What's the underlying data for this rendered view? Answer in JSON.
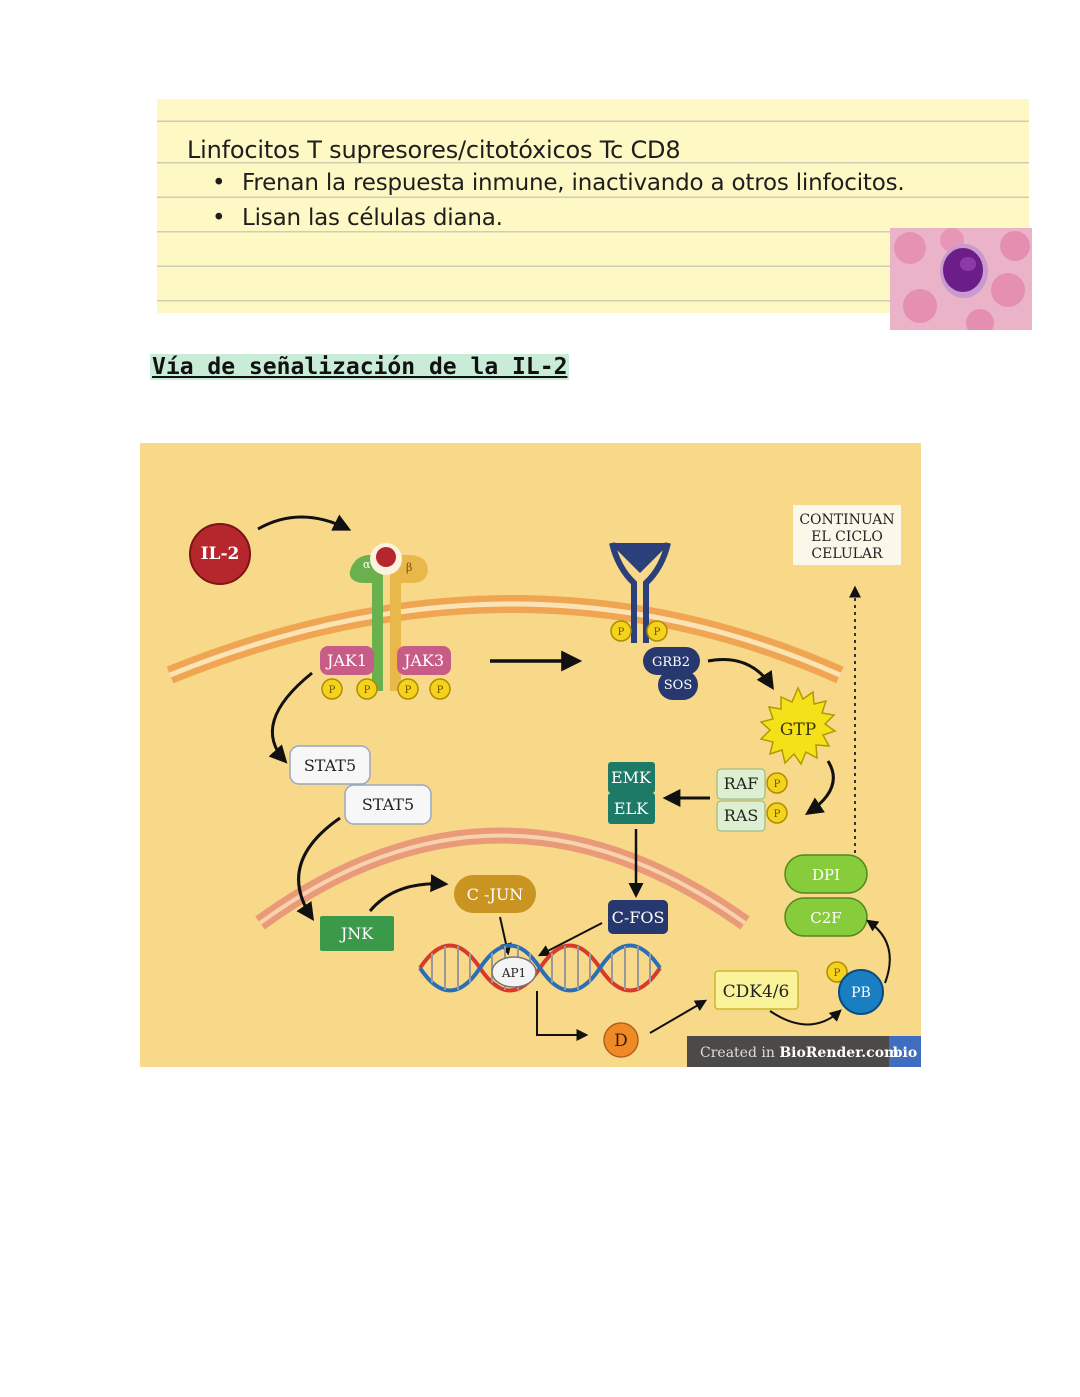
{
  "note": {
    "title": "Linfocitos T supresores/citotóxicos Tc CD8",
    "bullets": [
      "Frenan la respuesta inmune, inactivando a otros linfocitos.",
      "Lisan las células diana."
    ],
    "bullet_symbol": "•"
  },
  "section_heading": "Vía de señalización de la IL-2",
  "diagram": {
    "il2": "IL-2",
    "alpha": "α",
    "beta": "β",
    "jak1": "JAK1",
    "jak3": "JAK3",
    "p": "P",
    "stat5_a": "STAT5",
    "stat5_b": "STAT5",
    "grb2": "GRB2",
    "sos": "SOS",
    "gtp": "GTP",
    "raf": "RAF",
    "ras": "RAS",
    "emk": "EMK",
    "elk": "ELK",
    "continuan_1": "CONTINUAN",
    "continuan_2": "EL CICLO",
    "continuan_3": "CELULAR",
    "dpi": "DPI",
    "c2f": "C2F",
    "jnk": "JNK",
    "cjun": "C -JUN",
    "cfos": "C-FOS",
    "ap1": "AP1",
    "cdk": "CDK4/6",
    "pb": "PB",
    "d": "D",
    "credit_prefix": "Created in ",
    "credit_brand": "BioRender.com",
    "credit_logo": "bio"
  },
  "colors": {
    "note_background": "#fdf8c4",
    "heading_highlight": "#c8ecd6",
    "diagram_background": "#f8d98a",
    "membrane": "#f0a552",
    "nuclear_membrane": "#e99a78"
  }
}
